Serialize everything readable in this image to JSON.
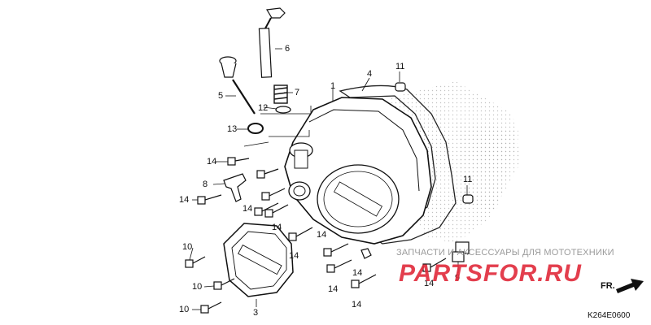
{
  "diagram_code": "K264E0600",
  "direction_label": "FR.",
  "watermark": {
    "text": "ЗАПЧАСТИ И АКСЕССУАРЫ ДЛЯ МОТОТЕХНИКИ",
    "logo": "PARTSFOR.RU",
    "logo_color": "#e02a3a"
  },
  "callouts": {
    "c1": "1",
    "c3": "3",
    "c4": "4",
    "c5": "5",
    "c6": "6",
    "c7": "7",
    "c8": "8",
    "c9": "9",
    "c10a": "10",
    "c10b": "10",
    "c10c": "10",
    "c11a": "11",
    "c11b": "11",
    "c12": "12",
    "c13": "13",
    "c14a": "14",
    "c14b": "14",
    "c14c": "14",
    "c14d": "14",
    "c14e": "14",
    "c14f": "14",
    "c14g": "14",
    "c14h": "14",
    "c14i": "14",
    "c14j": "14"
  }
}
